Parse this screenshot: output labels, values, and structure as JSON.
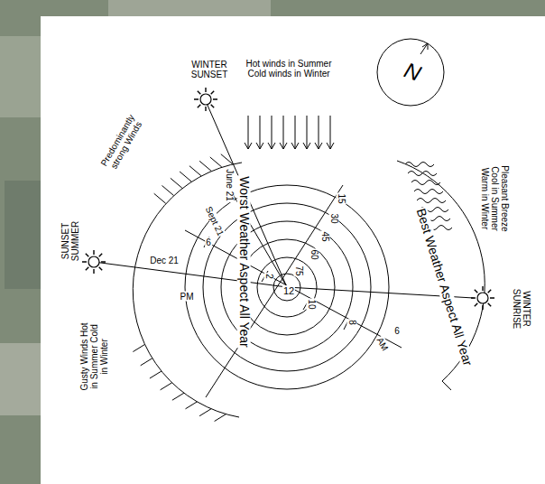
{
  "diagram": {
    "labels": [
      "WINTER SUNSET",
      "Hot winds in Summer Cold winds in Winter",
      "N",
      "Predominantly strong Winds",
      "Pleasant Breeze Cool in Summer Warm in Winter",
      "SUNSET SUMMER",
      "Dec 21",
      "June 21",
      "Sept 21",
      "6",
      "PM",
      "Worst Weather Aspect All Year",
      "15",
      "30",
      "45",
      "60",
      "75",
      "2",
      "12",
      "10",
      "8",
      "Best Weather Aspect All Year",
      "WINTER SUNRISE",
      "6",
      "AM",
      "Gusty Winds Hot in Summer Cold in Winter"
    ]
  }
}
